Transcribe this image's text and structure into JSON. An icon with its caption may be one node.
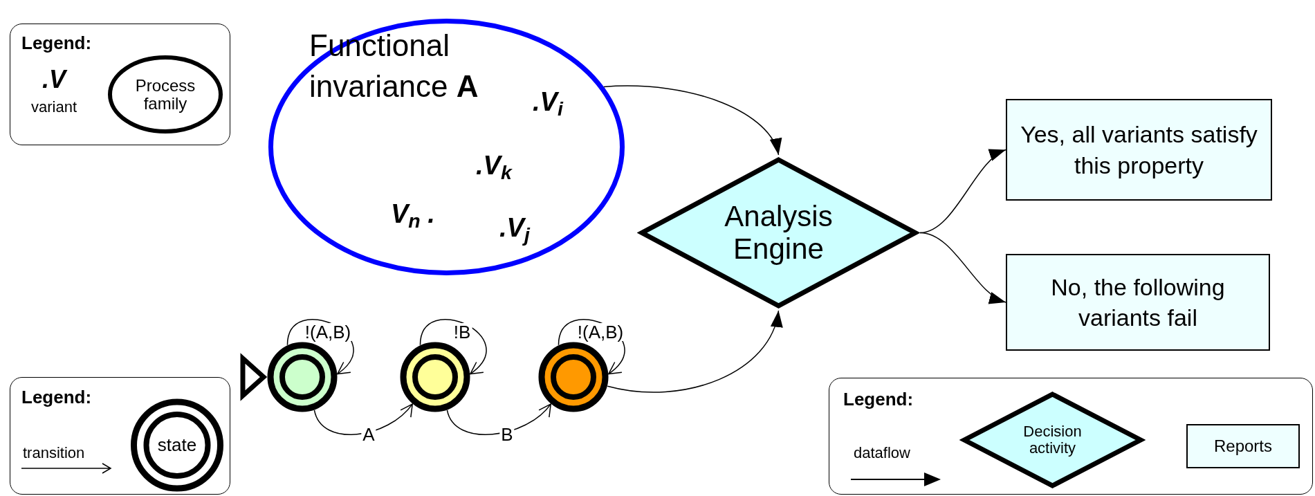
{
  "diagram": {
    "nodes": [
      {
        "text": [
          "Legend:",
          ".V",
          "variant"
        ]
      },
      {
        "text": [
          "Process family"
        ],
        "in": 0
      },
      {
        "text": [
          "Functional invariance **A**",
          ".V$_{i}$",
          ".V$_{k}$",
          "V$_{n}$ .",
          ".V$_{j}$"
        ]
      },
      {
        "text": [
          "Analysis Engine"
        ]
      },
      {
        "text": [
          "Yes, all variants satisfy this property"
        ]
      },
      {
        "text": [
          "No, the following variants fail"
        ]
      },
      {
        "text": [],
        "shape": "circle"
      },
      {
        "text": [],
        "shape": "circle"
      },
      {
        "text": [],
        "shape": "circle"
      },
      {
        "text": [
          "Legend:",
          "transition"
        ]
      },
      {
        "text": [
          "state"
        ],
        "in": 9
      },
      {
        "text": [
          "Legend:",
          "dataflow"
        ]
      },
      {
        "text": [
          "Decision activity"
        ],
        "in": 11
      },
      {
        "text": [
          "Reports"
        ],
        "in": 11
      }
    ],
    "edges": [
      {
        "from": 2,
        "to": 3,
        "arrow": "to"
      },
      {
        "from": 8,
        "to": 3,
        "arrow": "to"
      },
      {
        "from": 3,
        "to": 4,
        "arrow": "to"
      },
      {
        "from": 3,
        "to": 5,
        "arrow": "to"
      },
      {
        "from": 6,
        "to": 6,
        "arrow": "to",
        "label": "!(A,B)"
      },
      {
        "from": 6,
        "to": 7,
        "arrow": "to",
        "label": "A"
      },
      {
        "from": 7,
        "to": 7,
        "arrow": "to",
        "label": "!B"
      },
      {
        "from": 7,
        "to": 8,
        "arrow": "to",
        "label": "B"
      },
      {
        "from": 8,
        "to": 8,
        "arrow": "to",
        "label": "!(A,B)"
      }
    ]
  }
}
